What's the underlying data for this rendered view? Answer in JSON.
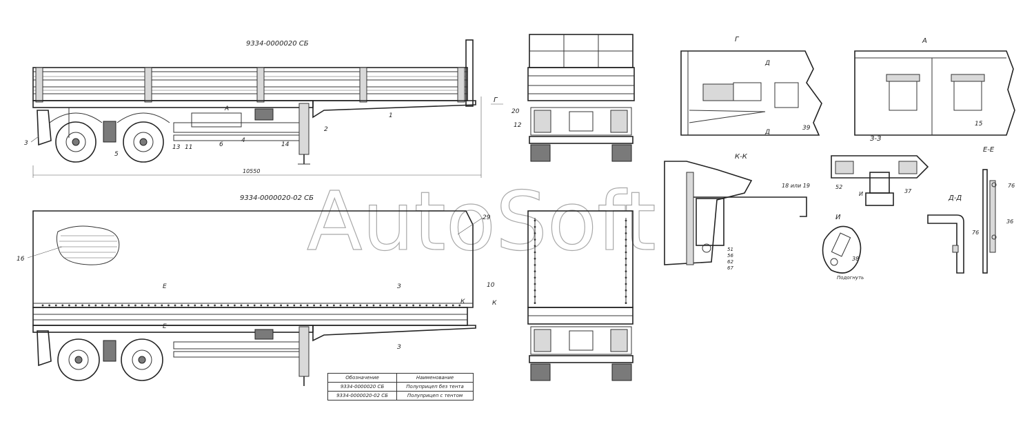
{
  "titles": {
    "top_view": "9334-0000020 СБ",
    "bottom_view": "9334-0000020-02 СБ"
  },
  "dimension": "10550",
  "watermark": "AutoSoft",
  "section_labels": {
    "g": "Г",
    "a": "А",
    "kk": "К-К",
    "zz": "З-З",
    "ee": "Е-Е",
    "i": "И",
    "dd": "Д-Д",
    "d": "Д",
    "e": "Е",
    "z": "З",
    "k": "К"
  },
  "callouts": {
    "n1": "1",
    "n2": "2",
    "n3": "3",
    "n4": "4",
    "n5": "5",
    "n6": "6",
    "n10": "10",
    "n11": "11",
    "n12": "12",
    "n13": "13",
    "n14": "14",
    "n15": "15",
    "n16": "16",
    "n20": "20",
    "n29": "29",
    "n36": "36",
    "n37": "37",
    "n38": "38",
    "n39": "39",
    "n51": "51",
    "n52": "52",
    "n56": "56",
    "n62": "62",
    "n67": "67",
    "n76": "76",
    "n18_19": "18 или 19",
    "bend": "Подогнуть"
  },
  "spec_table": {
    "headers": [
      "Обозначение",
      "Наименование"
    ],
    "rows": [
      [
        "9334-0000020 СБ",
        "Полуприцеп без тента"
      ],
      [
        "9334-0000020-02 СБ",
        "Полуприцеп с тентом"
      ]
    ]
  }
}
